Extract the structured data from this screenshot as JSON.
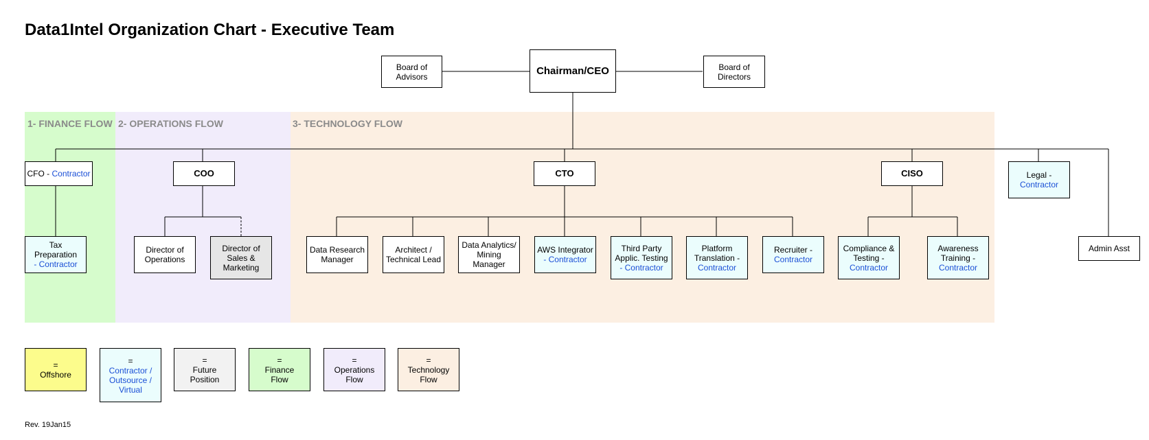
{
  "title": "Data1Intel Organization Chart - Executive Team",
  "flows": {
    "finance": "1- FINANCE FLOW",
    "operations": "2- OPERATIONS FLOW",
    "technology": "3- TECHNOLOGY FLOW"
  },
  "colors": {
    "finance": "#d6fccc",
    "operations": "#f1ecfb",
    "technology": "#fcefe2",
    "contractor_box": "#ebfdfd",
    "future_box": "#e6e6e6",
    "offshore_box": "#fcfc8c",
    "contractor_text": "#1a4fd6"
  },
  "top": {
    "ceo": "Chairman/CEO",
    "advisors": [
      "Board of",
      "Advisors"
    ],
    "directors": [
      "Board of",
      "Directors"
    ]
  },
  "level2": {
    "cfo": "CFO - ",
    "cfo_c": "Contractor",
    "coo": "COO",
    "cto": "CTO",
    "ciso": "CISO",
    "legal": "Legal -",
    "legal_c": "Contractor",
    "admin": "Admin Asst"
  },
  "level3": {
    "tax": "Tax Preparation",
    "tax_c": "- Contractor",
    "dir_ops": [
      "Director of",
      "Operations"
    ],
    "dir_sales": [
      "Director of",
      "Sales &",
      "Marketing"
    ],
    "data_research": [
      "Data Research",
      "Manager"
    ],
    "architect": [
      "Architect /",
      "Technical Lead"
    ],
    "analytics": [
      "Data Analytics/",
      "Mining Manager"
    ],
    "aws": "AWS Integrator",
    "aws_c": "- Contractor",
    "third_party": [
      "Third Party",
      "Applic. Testing"
    ],
    "third_party_c": "- Contractor",
    "platform": "Platform",
    "platform_t": "Translation -",
    "platform_c": "Contractor",
    "recruiter": "Recruiter -",
    "recruiter_c": "Contractor",
    "compliance": [
      "Compliance &",
      "Testing -"
    ],
    "compliance_c": "Contractor",
    "awareness": [
      "Awareness",
      "Training -"
    ],
    "awareness_c": "Contractor"
  },
  "legend": {
    "eq": "=",
    "offshore": "Offshore",
    "contractor": [
      "Contractor /",
      "Outsource /",
      "Virtual"
    ],
    "future": [
      "Future",
      "Position"
    ],
    "finance": [
      "Finance",
      "Flow"
    ],
    "operations": [
      "Operations",
      "Flow"
    ],
    "technology": [
      "Technology",
      "Flow"
    ]
  },
  "revision": "Rev. 19Jan15"
}
